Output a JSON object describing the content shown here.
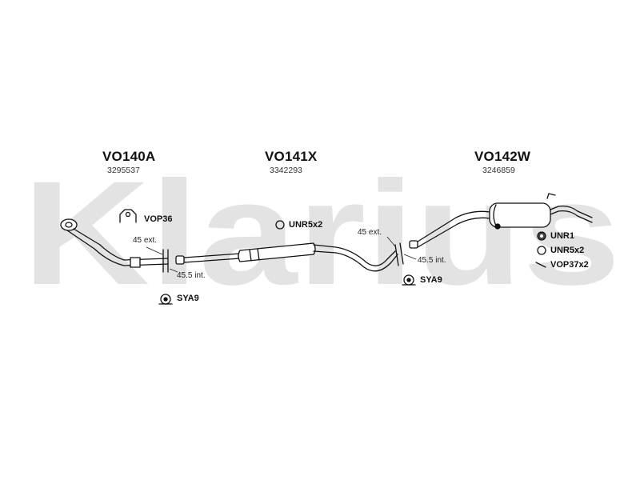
{
  "watermark": {
    "text": "Klarius"
  },
  "sections": [
    {
      "part": "VO140A",
      "ref": "3295537"
    },
    {
      "part": "VO141X",
      "ref": "3342293"
    },
    {
      "part": "VO142W",
      "ref": "3246859"
    }
  ],
  "parts": {
    "vop36": "VOP36",
    "unr5x2_mid": "UNR5x2",
    "sya9_left": "SYA9",
    "sya9_right": "SYA9",
    "unr1": "UNR1",
    "unr5x2_right": "UNR5x2",
    "vop37x2": "VOP37x2"
  },
  "dimensions": {
    "left_ext": "45 ext.",
    "left_int": "45.5 int.",
    "right_ext": "45 ext.",
    "right_int": "45.5 int."
  },
  "colors": {
    "watermark": "#e3e3e3",
    "line": "#111111"
  }
}
